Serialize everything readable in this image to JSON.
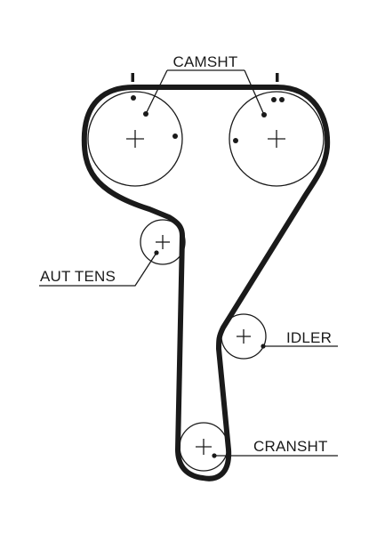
{
  "labels": {
    "camshaft": "CAMSHT",
    "tensioner": "AUT TENS",
    "idler": "IDLER",
    "crankshaft": "CRANSHT"
  },
  "colors": {
    "ink": "#1a1a1a",
    "background": "#ffffff"
  }
}
